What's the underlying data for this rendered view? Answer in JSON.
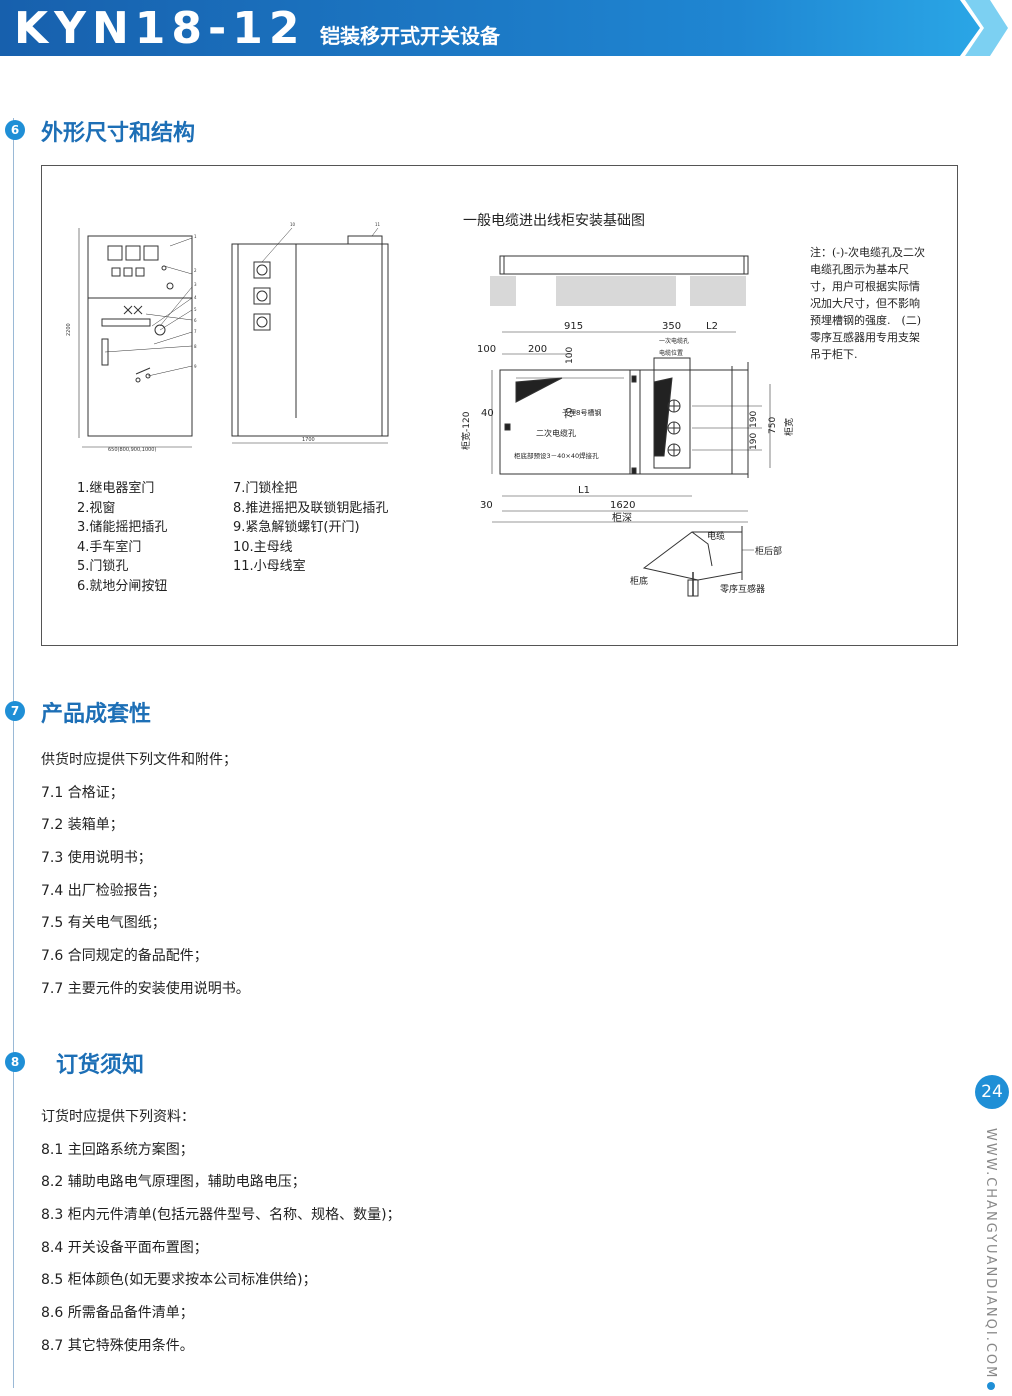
{
  "header": {
    "model": "KYN18-12",
    "subtitle": "铠装移开式开关设备"
  },
  "sections": [
    {
      "num": "6",
      "title": "外形尺寸和结构"
    },
    {
      "num": "7",
      "title": "产品成套性"
    },
    {
      "num": "8",
      "title": "订货须知"
    }
  ],
  "diagram": {
    "title": "一般电缆进出线柜安装基础图",
    "note": "注：(-)-次电缆孔及二次电缆孔图示为基本尺寸，用户可根据实际情况加大尺寸，但不影响预埋槽钢的强度.　(二)零序互感器用专用支架吊于柜下.",
    "legend_left": [
      "1.继电器室门",
      "2.视窗",
      "3.储能摇把插孔",
      "4.手车室门",
      "5.门锁孔",
      "6.就地分闸按钮"
    ],
    "legend_right": [
      "7.门锁栓把",
      "8.推进摇把及联锁钥匙插孔",
      "9.紧急解锁螺钉(开门)",
      "10.主母线",
      "11.小母线室"
    ],
    "dims": {
      "d915": "915",
      "d350": "350",
      "dL2": "L2",
      "d100a": "100",
      "d200": "200",
      "d100b": "100",
      "d40": "40",
      "d70": "70",
      "d190a": "190",
      "d190b": "190",
      "d750": "750",
      "dL1": "L1",
      "d1620": "1620",
      "d30": "30",
      "gui_shen": "柜深",
      "gui_kuan": "柜宽",
      "gui_kuan120": "柜宽-120",
      "yi_ci": "一次电缆孔",
      "dian_lan_wei": "电缆位置",
      "er_ci": "二次电缆孔",
      "yu_mai": "予埋8号槽钢",
      "gui_di_yu": "柜底部预设3－40×40焊接孔",
      "dian_lan": "电缆",
      "gui_hou": "柜后部",
      "gui_di": "柜底",
      "ling_xu": "零序互感器",
      "front_h": "2200",
      "front_w": "650(800,900,1000)",
      "side_w": "1700",
      "n1": "1",
      "n2": "2",
      "n3": "3",
      "n4": "4",
      "n5": "5",
      "n6": "6",
      "n7": "7",
      "n8": "8",
      "n9": "9",
      "n10": "10",
      "n11": "11"
    }
  },
  "supply": {
    "intro": "供货时应提供下列文件和附件；",
    "items": [
      "7.1  合格证；",
      "7.2  装箱单；",
      "7.3  使用说明书；",
      "7.4  出厂检验报告；",
      "7.5  有关电气图纸；",
      "7.6  合同规定的备品配件；",
      "7.7  主要元件的安装使用说明书。"
    ]
  },
  "order": {
    "intro": "订货时应提供下列资料：",
    "items": [
      "8.1  主回路系统方案图；",
      "8.2  辅助电路电气原理图，辅助电路电压；",
      "8.3  柜内元件清单(包括元器件型号、名称、规格、数量)；",
      "8.4  开关设备平面布置图；",
      "8.5  柜体颜色(如无要求按本公司标准供给)；",
      "8.6  所需备品备件清单；",
      "8.7  其它特殊使用条件。"
    ]
  },
  "page": {
    "number": "24",
    "url": "WWW.CHANGYUANDIANQI.COM"
  },
  "colors": {
    "brand": "#1f8fd6",
    "title": "#1d6fb6",
    "header_dark": "#1b66b3",
    "header_light": "#2aa6e6"
  }
}
